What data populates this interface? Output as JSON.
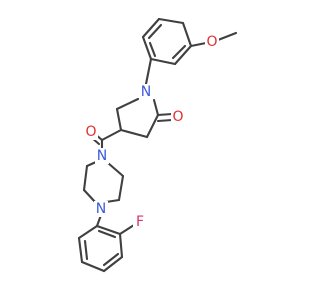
{
  "atoms": {
    "n_pyrrolidinone": "N",
    "o_ketone": "O",
    "o_carbonyl": "O",
    "o_methoxy": "O",
    "n_piperazine_top": "N",
    "n_piperazine_bottom": "N",
    "f_fluoro": "F"
  },
  "colors": {
    "bond": "#404040",
    "nitrogen": "#3b5bdb",
    "oxygen": "#e03131",
    "fluorine": "#d6336c",
    "background": "#ffffff"
  }
}
